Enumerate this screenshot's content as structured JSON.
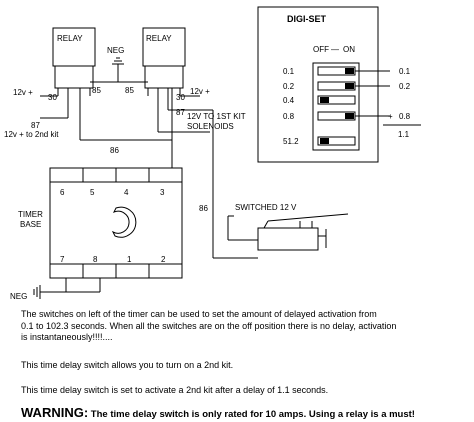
{
  "relays": {
    "left": {
      "title": "RELAY",
      "pin30": "30",
      "pin85": "85",
      "pin87": "87"
    },
    "right": {
      "title": "RELAY",
      "pin30": "30",
      "pin85": "85",
      "pin87": "87"
    },
    "neg_label": "NEG"
  },
  "wiring": {
    "left_12v": "12v +",
    "left_87_note": "12v + to 2nd kit",
    "right_12v": "12v +",
    "right_87_note_line1": "12V TO 1ST KIT",
    "right_87_note_line2": "SOLENOIDS",
    "wire_86_top": "86",
    "wire_86_side": "86",
    "switched_label": "SWITCHED 12 V",
    "neg_ground": "NEG"
  },
  "timer": {
    "label_line1": "TIMER",
    "label_line2": "BASE",
    "top_pins": [
      "6",
      "5",
      "4",
      "3"
    ],
    "bottom_pins": [
      "7",
      "8",
      "1",
      "2"
    ]
  },
  "digiset": {
    "title": "DIGI-SET",
    "off_label": "OFF",
    "on_label": "ON",
    "rows": [
      {
        "left": "0.1",
        "right": "0.1",
        "state": "on"
      },
      {
        "left": "0.2",
        "right": "0.2",
        "state": "on"
      },
      {
        "left": "0.4",
        "right": "",
        "state": "off"
      },
      {
        "left": "0.8",
        "right": "0.8",
        "state": "on"
      },
      {
        "left": "51.2",
        "right": "",
        "state": "off"
      }
    ],
    "plus_sign": "+",
    "sum": "1.1"
  },
  "notes": {
    "line1": "The switches on left of the timer can be used to set the amount of delayed activation from",
    "line2": "0.1    to 102.3   seconds.  When all the switches are on the off position there is no delay, activation",
    "line3": "is instantaneously!!!!....",
    "line4": "This time delay switch allows you to turn on a 2nd kit.",
    "line5": "This time delay switch is set to activate a 2nd kit after a delay of 1.1 seconds."
  },
  "warning": {
    "head": "WARNING:",
    "body": " The time delay switch is only rated for 10 amps.  Using a relay is a must!"
  },
  "colors": {
    "ink": "#000000",
    "paper": "#ffffff"
  }
}
